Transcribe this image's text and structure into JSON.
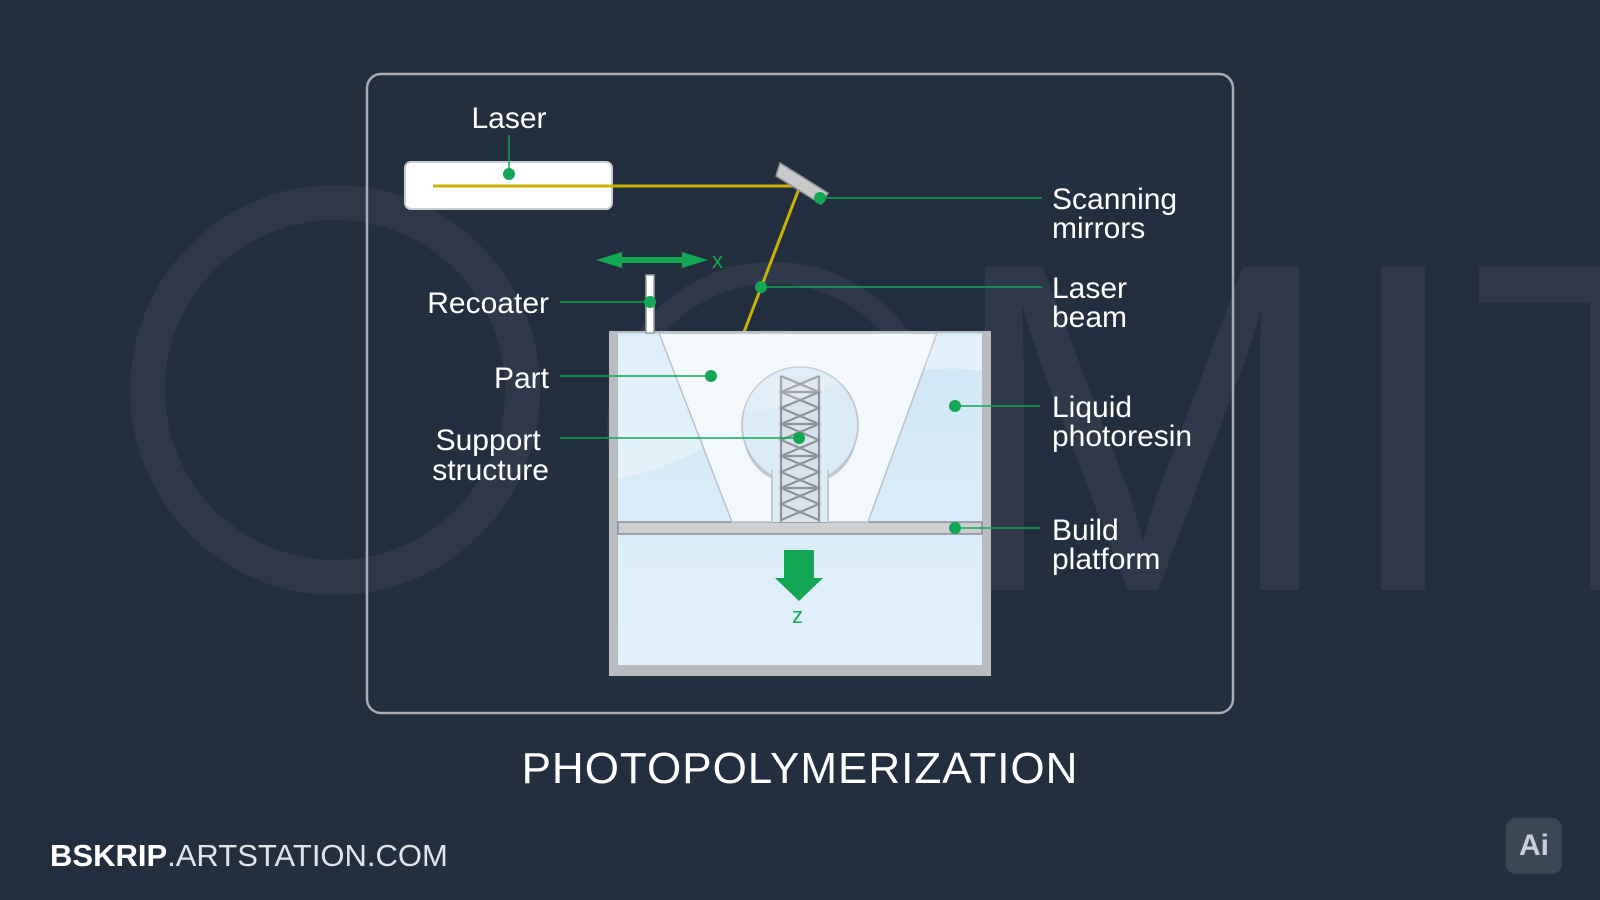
{
  "diagram": {
    "title": "PHOTOPOLYMERIZATION",
    "labels": {
      "laser": "Laser",
      "scanning_mirrors": [
        "Scanning",
        "mirrors"
      ],
      "laser_beam": [
        "Laser",
        "beam"
      ],
      "recoater": "Recoater",
      "part": "Part",
      "support_structure": [
        "Support",
        "structure"
      ],
      "liquid_photoresin": [
        "Liquid",
        "photoresin"
      ],
      "build_platform": [
        "Build",
        "platform"
      ]
    },
    "axes": {
      "x": "x",
      "z": "z"
    }
  },
  "watermark": {
    "text": "©MIT"
  },
  "footer": {
    "site_bold": "BSKRIP",
    "site_rest": ".ARTSTATION.COM",
    "app_badge": "Ai"
  },
  "colors": {
    "background": "#232e3f",
    "accent_green": "#12a655",
    "laser_beam": "#c8b400",
    "resin": "#dceefa",
    "frame": "#a9adb2"
  }
}
